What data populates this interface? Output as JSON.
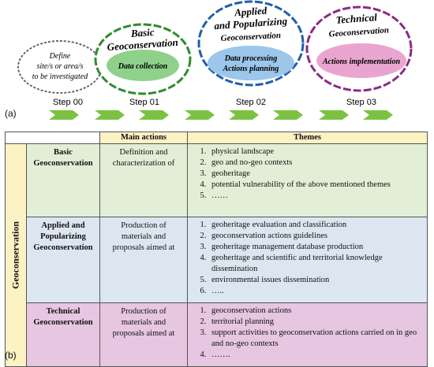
{
  "panel_a": {
    "label": "(a)",
    "steps": [
      {
        "id": "step00",
        "title": "",
        "lines": [
          "Define",
          "site/s or area/s",
          "to be investigated"
        ],
        "inner": [],
        "caption": "Step 00"
      },
      {
        "id": "step01",
        "title": "Basic Geoconservation",
        "title_lines": [
          "Basic",
          "Geoconservation"
        ],
        "inner": [
          "Data collection"
        ],
        "caption": "Step 01",
        "inner_color": "#8fd18b",
        "ring_color": "#2e8b2e"
      },
      {
        "id": "step02",
        "title": "Applied and Popularizing Geoconservation",
        "title_lines": [
          "Applied",
          "and Popularizing",
          "Geoconservation"
        ],
        "inner": [
          "Data processing",
          "Actions planning"
        ],
        "caption": "Step 02",
        "inner_color": "#9cc6ea",
        "ring_color": "#1f5fa8"
      },
      {
        "id": "step03",
        "title": "Technical Geoconservation",
        "title_lines": [
          "Technical",
          "Geoconservation"
        ],
        "inner": [
          "Actions implementation"
        ],
        "caption": "Step 03",
        "inner_color": "#e9a5cf",
        "ring_color": "#8b2a86"
      }
    ],
    "arrow_color": "#7cc242"
  },
  "panel_b": {
    "label": "(b)",
    "headers": {
      "main_actions": "Main actions",
      "themes": "Themes"
    },
    "side_label": "Geoconservation",
    "rows": [
      {
        "name_lines": [
          "Basic",
          "Geoconservation"
        ],
        "action_lines": [
          "Definition and",
          "characterization of"
        ],
        "themes": [
          "physical landscape",
          "geo and no-geo contexts",
          "geoheritage",
          "potential vulnerability of the above mentioned themes",
          "……"
        ]
      },
      {
        "name_lines": [
          "Applied and",
          "Popularizing",
          "Geoconservation"
        ],
        "action_lines": [
          "Production of",
          "materials and",
          "proposals aimed at"
        ],
        "themes": [
          "geoheritage evaluation and classification",
          "geoconservation actions guidelines",
          "geoheritage management database production",
          "geoheritage and scientific and territorial knowledge dissemination",
          "environmental issues dissemination",
          "….."
        ]
      },
      {
        "name_lines": [
          "Technical",
          "Geoconservation"
        ],
        "action_lines": [
          "Production of",
          "materials and",
          "proposals aimed at"
        ],
        "themes": [
          "geoconservation actions",
          "territorial planning",
          "support activities to geoconservation actions carried on in geo and no-geo contexts",
          "……."
        ]
      }
    ]
  }
}
